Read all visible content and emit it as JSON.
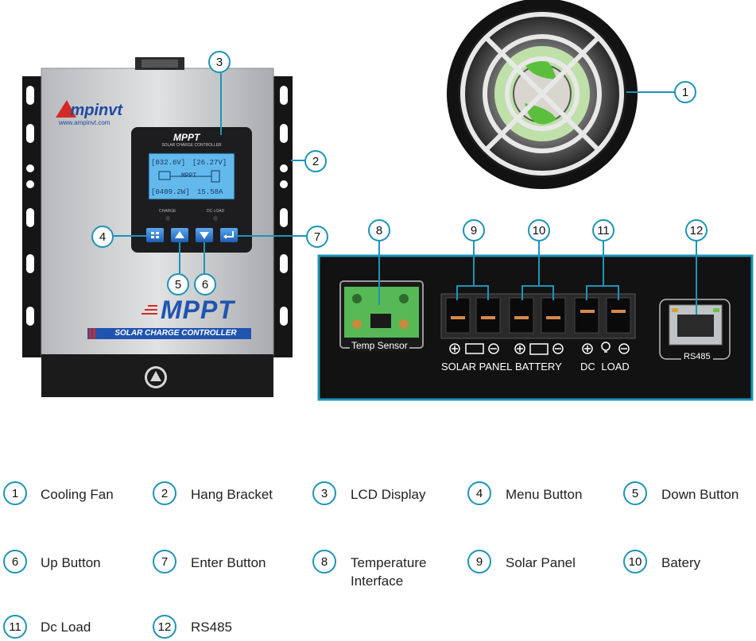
{
  "device": {
    "brand": "mpinvt",
    "brand_initial": "A",
    "website": "www.ampinvt.com",
    "lcd_header": "MPPT",
    "lcd_subheader": "SOLAR CHARGE CONTROLLER",
    "lcd_pv_voltage": "[032.6V]",
    "lcd_batt_voltage": "[26.27V]",
    "lcd_mode": "MPPT",
    "lcd_power": "[0409.2W]",
    "lcd_current": "15.58A",
    "charge_label": "CHARGE",
    "dc_load_label": "DC LOAD",
    "logo_text": "MPPT",
    "banner_text": "SOLAR CHARGE CONTROLLER"
  },
  "terminal_panel": {
    "temp_sensor_label": "Temp Sensor",
    "solar_panel_label": "SOLAR PANEL",
    "battery_label": "BATTERY",
    "dc_load_label": "DC LOAD",
    "rs485_label": "RS485"
  },
  "callouts": [
    "1",
    "2",
    "3",
    "4",
    "5",
    "6",
    "7",
    "8",
    "9",
    "10",
    "11",
    "12"
  ],
  "legend": [
    {
      "num": "1",
      "label": "Cooling Fan"
    },
    {
      "num": "2",
      "label": "Hang Bracket"
    },
    {
      "num": "3",
      "label": "LCD Display"
    },
    {
      "num": "4",
      "label": "Menu Button"
    },
    {
      "num": "5",
      "label": "Down Button"
    },
    {
      "num": "6",
      "label": "Up Button"
    },
    {
      "num": "7",
      "label": "Enter Button"
    },
    {
      "num": "8",
      "label": "Temperature Interface"
    },
    {
      "num": "9",
      "label": "Solar Panel"
    },
    {
      "num": "10",
      "label": "Batery"
    },
    {
      "num": "11",
      "label": "Dc Load"
    },
    {
      "num": "12",
      "label": "RS485"
    }
  ],
  "colors": {
    "accent": "#1d94b8",
    "lcd": "#5fb8e8",
    "body": "#c9cbcd",
    "bracket": "#1a1a1a",
    "terminal_green": "#5bbf5a"
  }
}
